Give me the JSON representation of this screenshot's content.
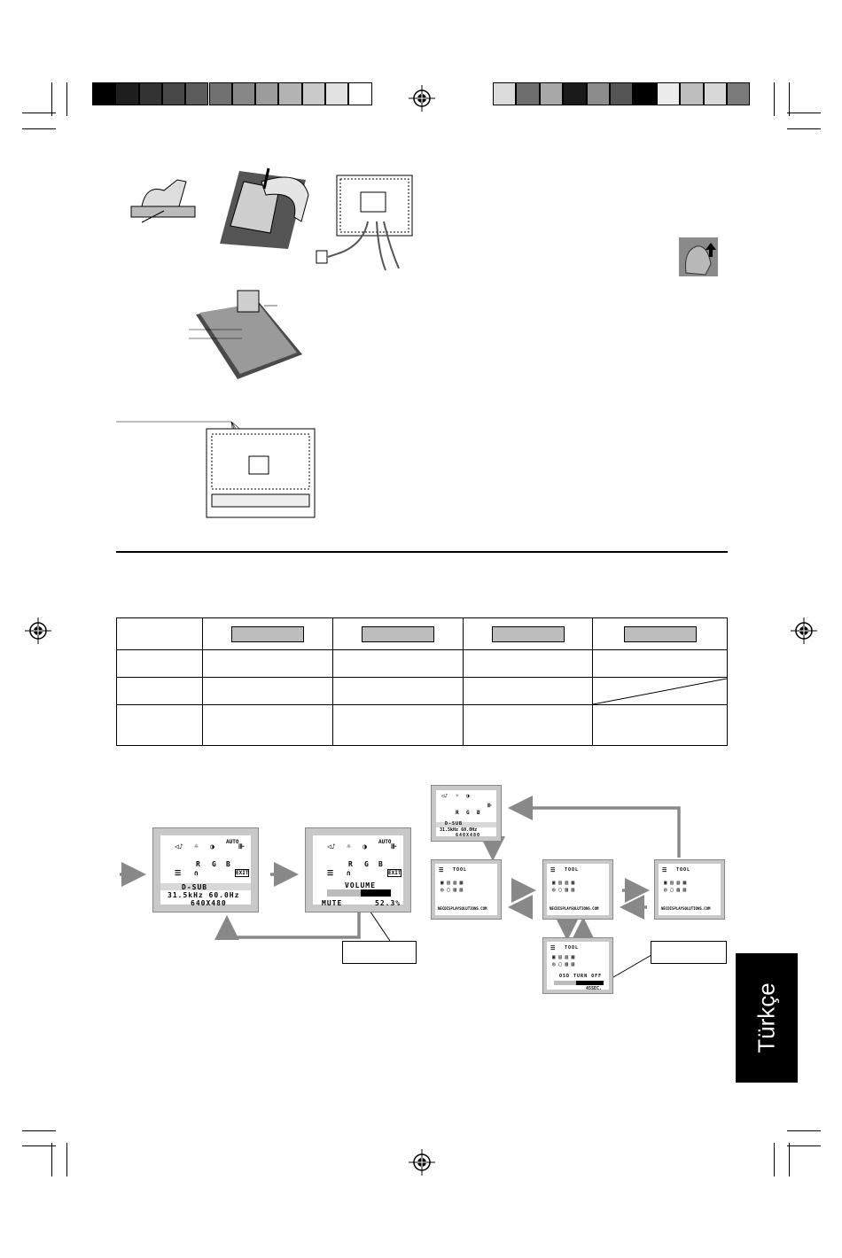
{
  "side_tab": {
    "label": "Türkçe"
  },
  "osd": {
    "input_name": "D-SUB",
    "frequency": "31.5kHz   60.0Hz",
    "resolution": "640X480",
    "volume_title": "VOLUME",
    "mute_label": "MUTE",
    "volume_value": "52.3%",
    "tool_title": "TOOL",
    "website": "NECDISPLAYSOLUTIONS.COM",
    "osd_turn_off": "OSD TURN OFF",
    "sec_value": "45SEC.",
    "auto_label": "AUTO",
    "exit_label": "EXIT",
    "rgb": [
      "R",
      "G",
      "B"
    ]
  },
  "colors": {
    "gray_bar": [
      "#000000",
      "#1e1e1e",
      "#333333",
      "#474747",
      "#5c5c5c",
      "#717171",
      "#878787",
      "#9c9c9c",
      "#b3b3b3",
      "#cacaca",
      "#e2e2e2",
      "#ffffff"
    ],
    "color_bar": [
      "#dcdcdc",
      "#6e6e6e",
      "#a8a8a8",
      "#1a1a1a",
      "#8c8c8c",
      "#555555",
      "#000000",
      "#ececec",
      "#bebebe",
      "#d8d8d8",
      "#7a7a7a"
    ]
  }
}
